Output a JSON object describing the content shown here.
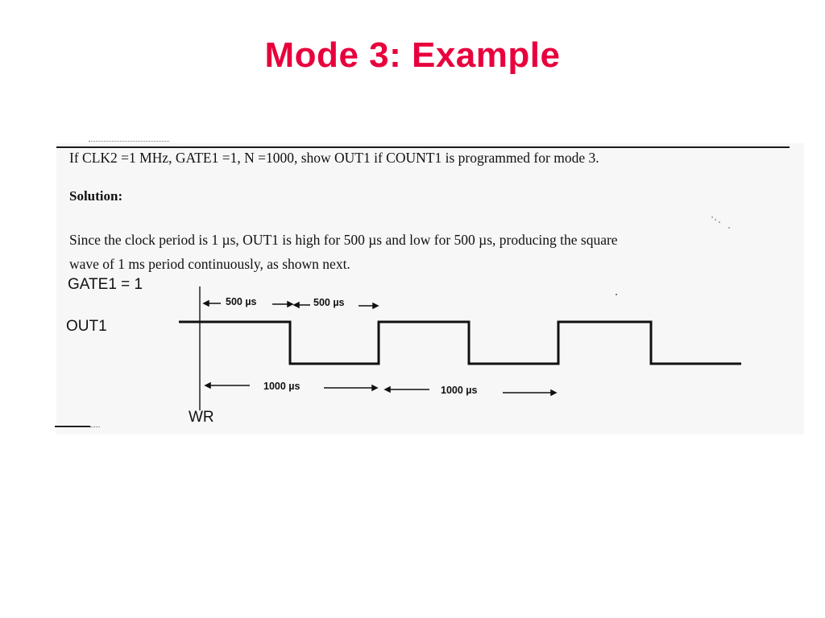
{
  "slide": {
    "title": "Mode 3: Example"
  },
  "problem": {
    "statement": "If CLK2 =1 MHz, GATE1 =1, N =1000, show OUT1 if COUNT1 is programmed for mode 3.",
    "solution_heading": "Solution:",
    "explanation_line1": "Since the clock period is 1 µs, OUT1 is high for 500 µs and low for 500 µs, producing the square",
    "explanation_line2": "wave of 1 ms period continuously, as shown next."
  },
  "timing_diagram": {
    "gate_label": "GATE1 = 1",
    "out_label": "OUT1",
    "wr_label": "WR",
    "half_period_label_1": "500 µs",
    "half_period_label_2": "500 µs",
    "period_label_1": "1000 µs",
    "period_label_2": "1000 µs",
    "half_period_us": 500,
    "period_us": 1000,
    "signal_sequence": [
      "high",
      "low",
      "high",
      "low",
      "high",
      "low"
    ]
  }
}
